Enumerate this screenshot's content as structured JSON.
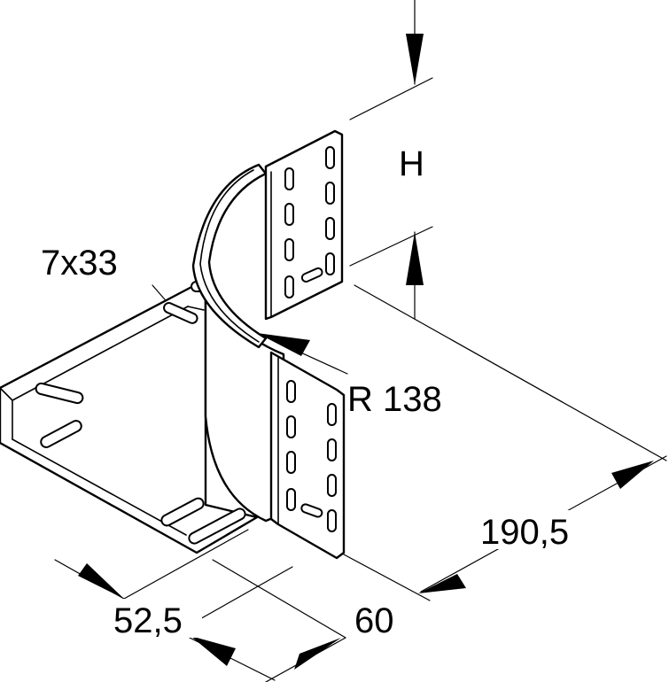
{
  "labels": {
    "height": "H",
    "slot_size": "7x33",
    "radius": "R 138",
    "length": "190,5",
    "offset": "52,5",
    "width": "60"
  },
  "colors": {
    "line": "#000000",
    "background": "#ffffff"
  }
}
